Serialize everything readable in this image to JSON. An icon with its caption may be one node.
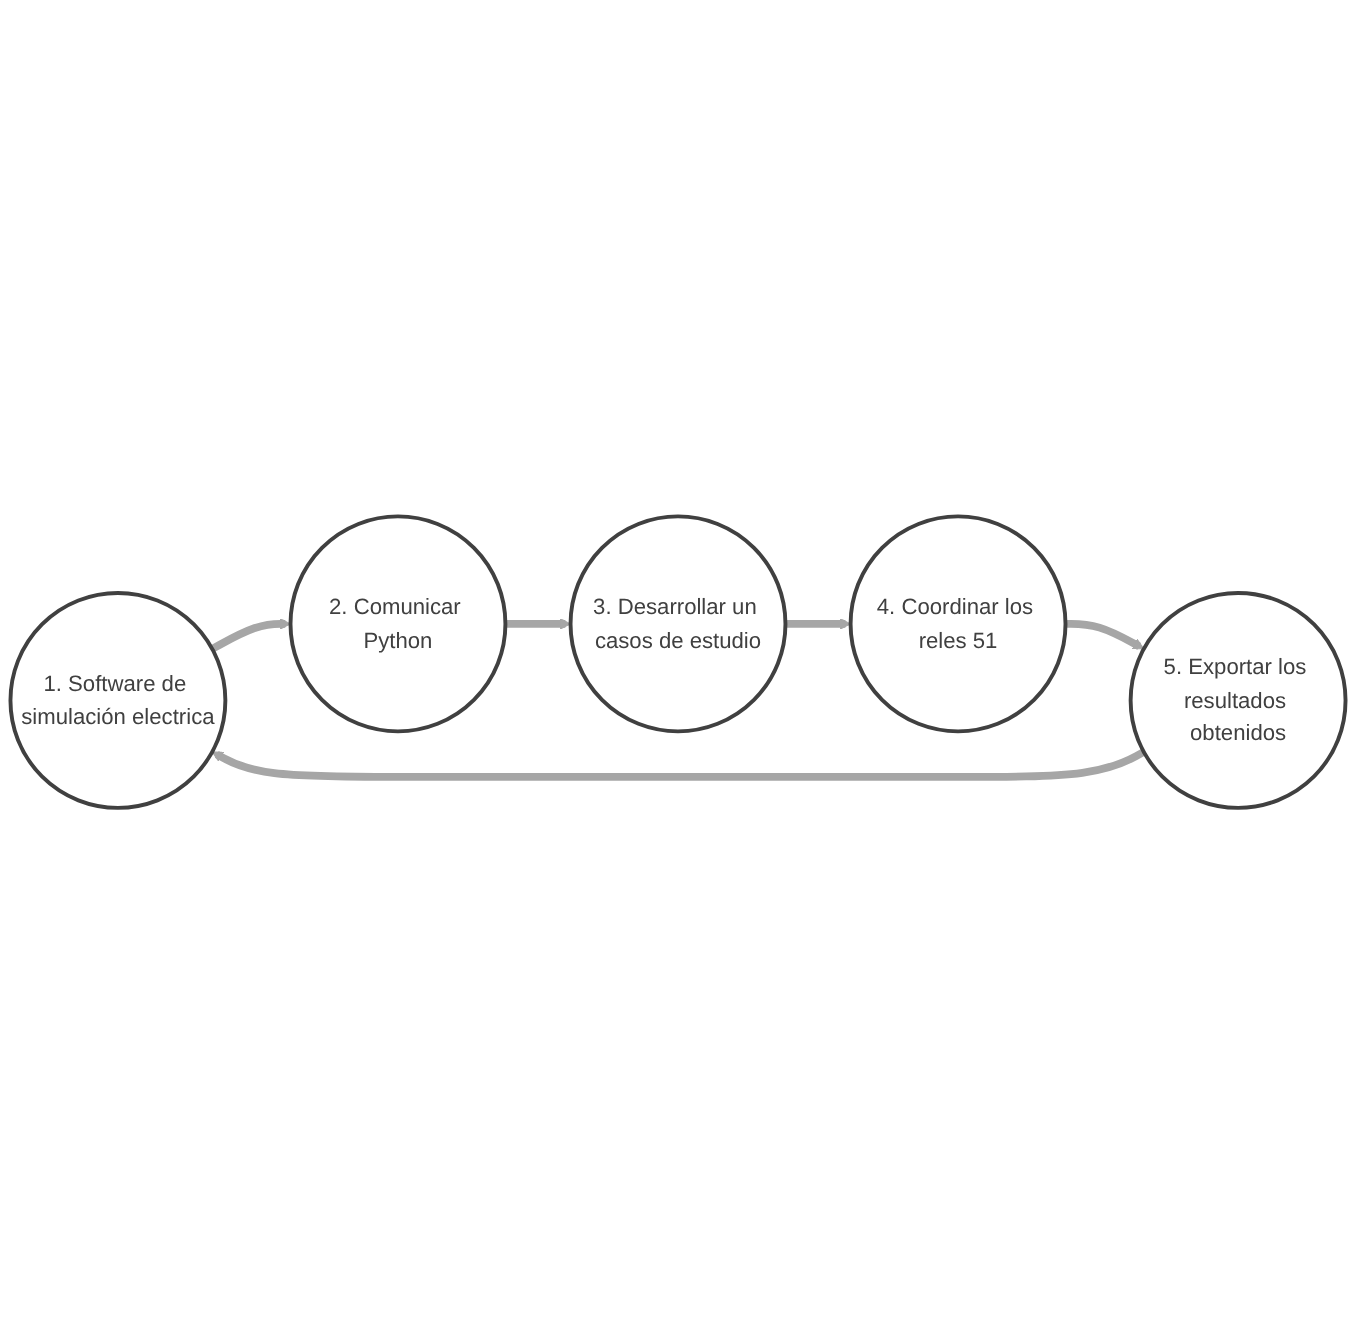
{
  "diagram": {
    "nodes": [
      {
        "text": [
          "1. Software de simulación electrica"
        ]
      },
      {
        "text": [
          "2. Comunicar Python"
        ]
      },
      {
        "text": [
          "3. Desarrollar un casos de estudio"
        ]
      },
      {
        "text": [
          "4. Coordinar los reles 51"
        ]
      },
      {
        "text": [
          "5. Exportar los resultados obtenidos"
        ]
      }
    ],
    "edges": [
      {
        "from": 0,
        "to": 1,
        "arrow": "to"
      },
      {
        "from": 1,
        "to": 2,
        "arrow": "to"
      },
      {
        "from": 2,
        "to": 3,
        "arrow": "to"
      },
      {
        "from": 3,
        "to": 4,
        "arrow": "to"
      },
      {
        "from": 4,
        "to": 0,
        "arrow": "to"
      }
    ]
  }
}
